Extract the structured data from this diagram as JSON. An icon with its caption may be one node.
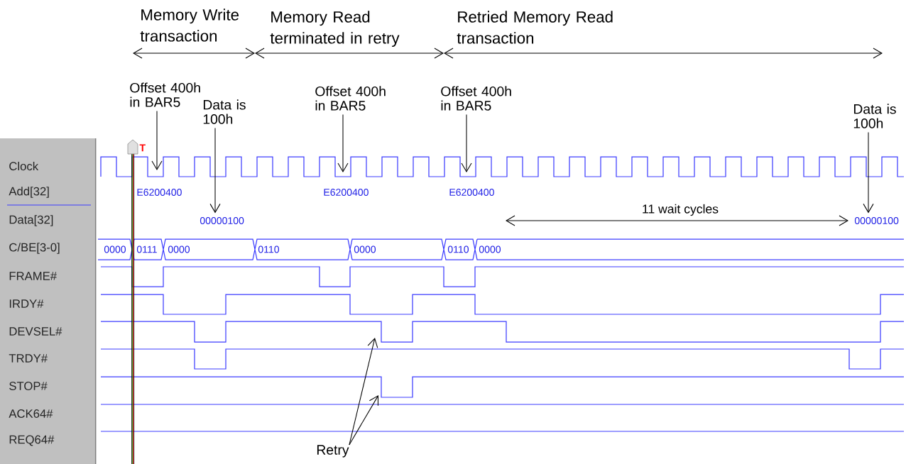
{
  "diagram": {
    "nodes": [
      {
        "text": [
          "Offset 400h in BAR5"
        ]
      },
      {
        "text": [
          "Data is 100h"
        ]
      },
      {
        "text": [
          "Offset 400h in BAR5"
        ]
      },
      {
        "text": [
          "Offset 400h in BAR5"
        ]
      },
      {
        "text": [
          "Data is 100h"
        ]
      },
      {
        "text": [
          "00000100"
        ]
      },
      {
        "text": [
          "00000100"
        ]
      },
      {
        "text": [
          "Retry"
        ]
      }
    ],
    "edges": [
      {
        "from": 0,
        "to": null,
        "arrow": "to"
      },
      {
        "from": 1,
        "to": 5,
        "arrow": "to"
      },
      {
        "from": 2,
        "to": null,
        "arrow": "to"
      },
      {
        "from": 3,
        "to": null,
        "arrow": "to"
      },
      {
        "from": 4,
        "to": 6,
        "arrow": "to"
      },
      {
        "from": 7,
        "to": null,
        "arrow": "to"
      },
      {
        "from": 7,
        "to": null,
        "arrow": "to"
      }
    ],
    "labels": [
      "Memory Write transaction",
      "Memory Read terminated in retry",
      "Retried Memory Read transaction",
      "Clock",
      "Add[32]",
      "Data[32]",
      "C/BE[3-0]",
      "FRAME#",
      "IRDY#",
      "DEVSEL#",
      "TRDY#",
      "STOP#",
      "ACK64#",
      "REQ64#",
      "E6200400",
      "E6200400",
      "E6200400",
      "11 wait cycles",
      "0000",
      "0111",
      "0000",
      "0110",
      "0000",
      "0110",
      "0000",
      "T"
    ]
  }
}
